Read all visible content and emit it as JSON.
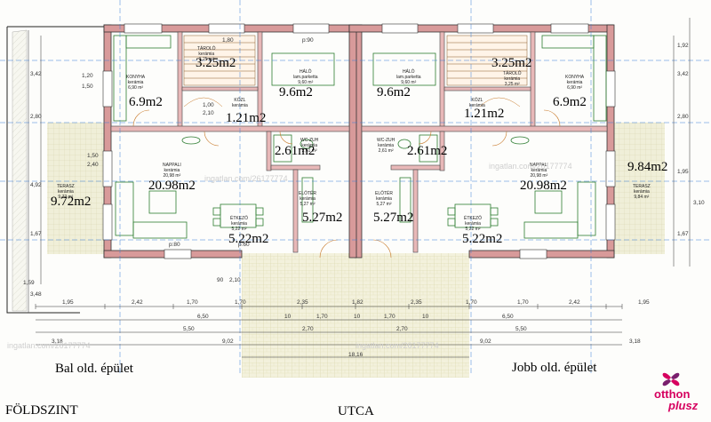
{
  "captions": {
    "floor": "FÖLDSZINT",
    "street": "UTCA",
    "left_building": "Bal old. épület",
    "right_building": "Jobb old. épület"
  },
  "brand": {
    "line1": "otthon",
    "line2": "plusz",
    "color": "#d6005f",
    "accent2": "#7a1f6e"
  },
  "watermark": "ingatlan.com/26177774",
  "areas": {
    "left_kitchen": "6.9m2",
    "left_storage": "3.25m2",
    "left_bedroom": "9.6m2",
    "left_corridor": "1.21m2",
    "left_wc": "2.61m2",
    "left_living": "20.98m2",
    "left_terrace": "9.72m2",
    "left_dining": "5.22m2",
    "left_hall": "5.27m2",
    "right_storage": "3.25m2",
    "right_kitchen": "6.9m2",
    "right_bedroom": "9.6m2",
    "right_corridor": "1.21m2",
    "right_wc": "2.61m2",
    "right_living": "20.98m2",
    "right_terrace": "9.84m2",
    "right_dining": "5.22m2",
    "right_hall": "5.27m2"
  },
  "rooms": {
    "kitchen": [
      "KONYHA",
      "kerámia",
      "6,90 m²"
    ],
    "storage": [
      "TÁROLÓ",
      "kerámia",
      "3,25 m²"
    ],
    "bedroom_left": [
      "HÁLÓ",
      "lam.parketta",
      "9,60 m²"
    ],
    "bedroom_right": [
      "HÁLÓ",
      "lam.parketta",
      "9,60 m²"
    ],
    "corridor": [
      "KÖZL",
      "kerámia"
    ],
    "wc": [
      "WC-ZUH",
      "kerámia",
      "2,61 m²"
    ],
    "living_left": [
      "NAPPALI",
      "kerámia",
      "20,98 m²"
    ],
    "living_right": [
      "NAPPALI",
      "kerámia",
      "20,98 m²"
    ],
    "terrace_left": [
      "TERASZ",
      "kerámia",
      "9,72 m²"
    ],
    "terrace_right": [
      "TERASZ",
      "kerámia",
      "9,84 m²"
    ],
    "dining": [
      "ÉTKEZŐ",
      "kerámia",
      "5,22 m²"
    ],
    "hall": [
      "ELŐTÉR",
      "kerámia",
      "5,27 m²"
    ]
  },
  "dimensions": {
    "row1": [
      "1,95",
      "2,42",
      "1,70",
      "1,70",
      "2,35",
      "1,82",
      "2,35",
      "1,70",
      "1,70",
      "2,42",
      "1,95"
    ],
    "row2": [
      "6,50",
      "10",
      "1,70",
      "10",
      "1,70",
      "10",
      "6,50"
    ],
    "row3": [
      "5,50",
      "2,70",
      "2,70",
      "5,50"
    ],
    "row4": [
      "3,18",
      "9,02",
      "9,02",
      "3,18"
    ],
    "total": "18,16",
    "left_vertical": [
      "3,42",
      "2,80",
      "4,92",
      "1,67",
      "1,59",
      "3,48"
    ],
    "right_vertical": [
      "1,92",
      "3,42",
      "2,80",
      "1,95",
      "3,10",
      "1,67"
    ],
    "small": [
      "1,20",
      "1,50",
      "1,50",
      "2,40",
      "1,00",
      "2,10",
      "90",
      "2,10",
      "1,80",
      "p:90",
      "p:80",
      "p:60"
    ]
  }
}
